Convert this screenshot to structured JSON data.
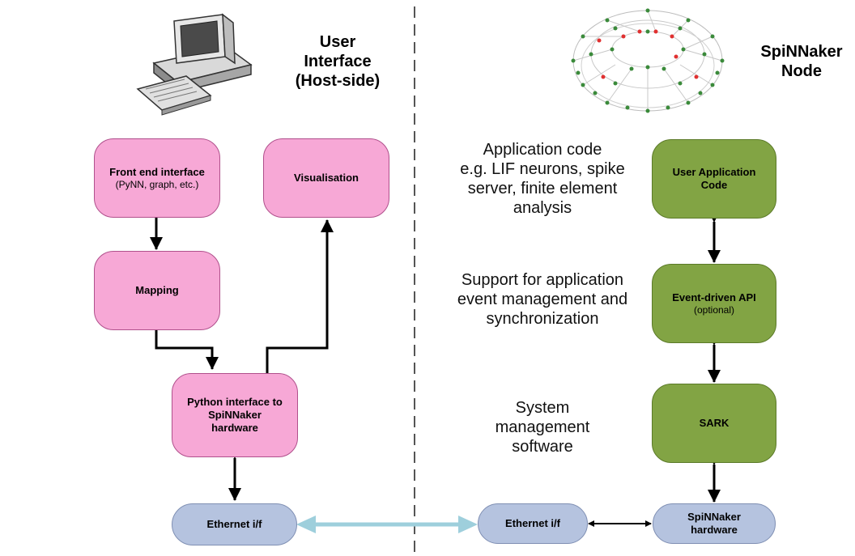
{
  "host": {
    "title_lines": [
      "User",
      "Interface",
      "(Host-side)"
    ],
    "front_end": {
      "label": "Front end interface",
      "sub": "(PyNN, graph, etc.)"
    },
    "visualisation": {
      "label": "Visualisation"
    },
    "mapping": {
      "label": "Mapping"
    },
    "python_interface": {
      "label_lines": [
        "Python interface to",
        "SpiNNaker",
        "hardware"
      ]
    },
    "ethernet": {
      "label": "Ethernet i/f"
    }
  },
  "node": {
    "title_lines": [
      "SpiNNaker",
      "Node"
    ],
    "user_app": {
      "label_lines": [
        "User Application",
        "Code"
      ]
    },
    "event_api": {
      "label": "Event-driven API",
      "sub": "(optional)"
    },
    "sark": {
      "label": "SARK"
    },
    "hardware": {
      "label_lines": [
        "SpiNNaker",
        "hardware"
      ]
    },
    "ethernet": {
      "label": "Ethernet i/f"
    }
  },
  "descriptions": {
    "application_code": [
      "Application code",
      "e.g. LIF neurons, spike",
      "server, finite element",
      "analysis"
    ],
    "support": [
      "Support for application",
      "event management and",
      "synchronization"
    ],
    "system_mgmt": [
      "System",
      "management",
      "software"
    ]
  },
  "colors": {
    "pink": "#f7a8d6",
    "green": "#82a444",
    "blue": "#b5c3df",
    "link_arrow": "#9ecfdc"
  },
  "icons": {
    "computer": "desktop-computer-icon",
    "torus": "spinnaker-torus-network-icon"
  }
}
